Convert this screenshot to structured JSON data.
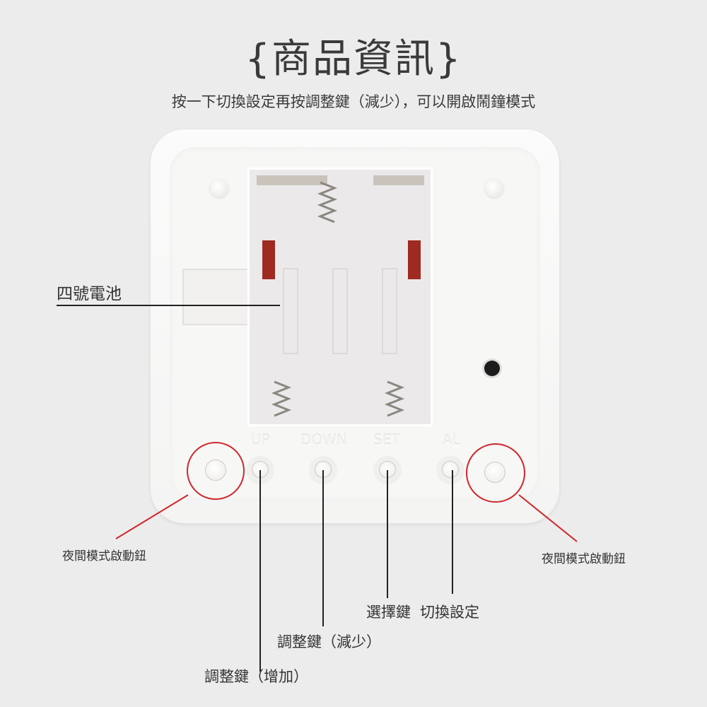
{
  "header": {
    "title": "{商品資訊}",
    "subtitle": "按一下切換設定再按調整鍵（減少），可以開啟鬧鐘模式"
  },
  "device": {
    "embossed_labels": [
      "UP",
      "DOWN",
      "SET",
      "AL"
    ]
  },
  "callouts": {
    "battery": "四號電池",
    "night_mode_left": "夜間模式啟動鈕",
    "night_mode_right": "夜間模式啟動鈕",
    "select_key": "選擇鍵",
    "switch_setting": "切換設定",
    "adjust_down": "調整鍵（減少）",
    "adjust_up": "調整鍵（增加）"
  },
  "colors": {
    "background": "#ececec",
    "highlight": "#d0272c",
    "leader_line": "#222222"
  }
}
